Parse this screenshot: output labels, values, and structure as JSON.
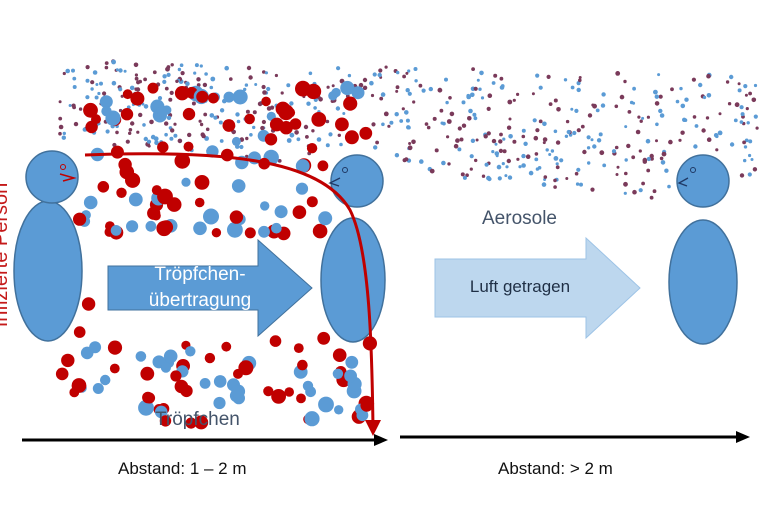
{
  "labels": {
    "infected_person": "Infizierte Person",
    "droplet_arrow_line1": "Tröpfchen-",
    "droplet_arrow_line2": "übertragung",
    "air_arrow": "Luft getragen",
    "aerosols": "Aerosole",
    "droplets": "Tröpfchen",
    "distance_near": "Abstand: 1 – 2 m",
    "distance_far": "Abstand: > 2 m"
  },
  "colors": {
    "figure_fill": "#5b9bd5",
    "figure_stroke": "#41719c",
    "droplet_red": "#c00000",
    "droplet_blue": "#5b9bd5",
    "aerosol_dark": "#7a3a5a",
    "aerosol_blue": "#5b9bd5",
    "arrow_dark": "#5b9bd5",
    "arrow_light": "#bdd7ee",
    "trajectory": "#c00000",
    "axis": "#000000"
  },
  "icons": [
    "person-figure",
    "trajectory-arrow",
    "distance-axis-arrow",
    "block-arrow"
  ]
}
